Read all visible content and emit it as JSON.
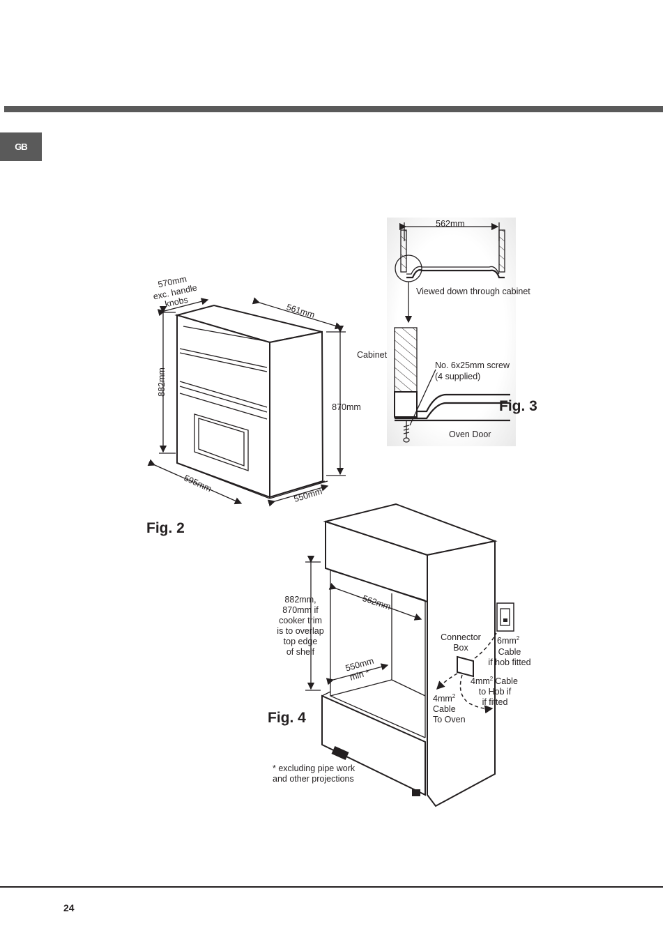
{
  "header": {
    "language_tab": "GB"
  },
  "footer": {
    "page_number": "24"
  },
  "fig2": {
    "caption": "Fig. 2",
    "width_note_l1": "570mm",
    "width_note_l2": "exc. handle",
    "width_note_l3": "knobs",
    "depth_top": "561mm",
    "height_left": "882mm",
    "height_right": "870mm",
    "width_bottom": "595mm",
    "depth_bottom": "550mm"
  },
  "fig3": {
    "caption": "Fig. 3",
    "width": "562mm",
    "view_note": "Viewed down through cabinet",
    "cabinet": "Cabinet",
    "screw_l1": "No. 6x25mm screw",
    "screw_l2": "(4 supplied)",
    "door": "Oven Door"
  },
  "fig4": {
    "caption": "Fig. 4",
    "height_note": [
      "882mm,",
      "870mm if",
      "cooker trim",
      "is to overlap",
      "top edge",
      "of shelf"
    ],
    "width": "562mm",
    "depth_l1": "550mm",
    "depth_l2": "min *",
    "connector_l1": "Connector",
    "connector_l2": "Box",
    "cable6_l1": "6mm",
    "cable6_l2": "Cable",
    "cable6_l3": "if hob fitted",
    "cable4hob_l1": "4mm",
    "cable4hob_l1b": "Cable",
    "cable4hob_l2": "to Hob if",
    "cable4hob_l3": "if fitted",
    "cable4oven_l1": "4mm",
    "cable4oven_l2": "Cable",
    "cable4oven_l3": "To Oven",
    "superscript": "2",
    "footnote_l1": "* excluding pipe work",
    "footnote_l2": "and other projections"
  }
}
